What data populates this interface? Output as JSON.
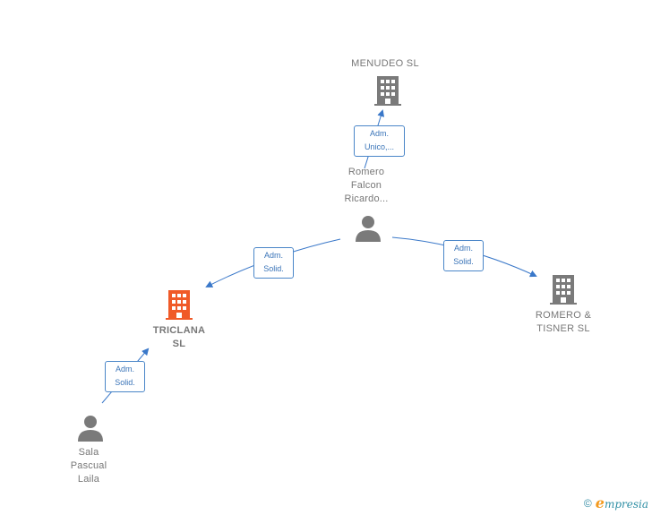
{
  "colors": {
    "edge": "#3a78c9",
    "company_icon": "#7a7a7a",
    "main_company_icon": "#f05a28",
    "person_icon": "#7a7a7a",
    "label_text": "#777777"
  },
  "nodes": {
    "menudeo": {
      "line1": "MENUDEO  SL",
      "icon": "building-icon"
    },
    "triclana": {
      "line1": "TRICLANA",
      "line2": "SL",
      "icon": "building-icon"
    },
    "romero_tisner": {
      "line1": "ROMERO &",
      "line2": "TISNER  SL",
      "icon": "building-icon"
    },
    "romero_falcon": {
      "line1": "Romero",
      "line2": "Falcon",
      "line3": "Ricardo...",
      "icon": "person-icon"
    },
    "sala_pascual": {
      "line1": "Sala",
      "line2": "Pascual",
      "line3": "Laila",
      "icon": "person-icon"
    }
  },
  "edges": {
    "to_menudeo": {
      "line1": "Adm.",
      "line2": "Unico,..."
    },
    "to_triclana_from_romero": {
      "line1": "Adm.",
      "line2": "Solid."
    },
    "to_romero_tisner": {
      "line1": "Adm.",
      "line2": "Solid."
    },
    "to_triclana_from_sala": {
      "line1": "Adm.",
      "line2": "Solid."
    }
  },
  "footer": {
    "copyright": "©",
    "brand_e": "e",
    "brand_rest": "mpresia"
  }
}
